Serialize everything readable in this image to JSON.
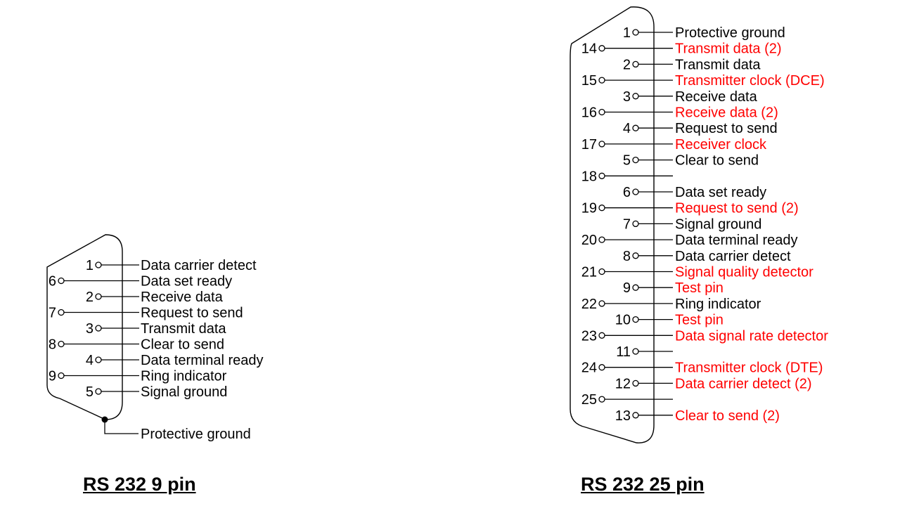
{
  "colors": {
    "standard": "#000000",
    "secondary": "#ff0000"
  },
  "db9": {
    "title": "RS 232 9 pin",
    "pins": [
      {
        "pin": "1",
        "label": "Data carrier detect"
      },
      {
        "pin": "6",
        "label": "Data set ready"
      },
      {
        "pin": "2",
        "label": "Receive data"
      },
      {
        "pin": "7",
        "label": "Request to send"
      },
      {
        "pin": "3",
        "label": "Transmit data"
      },
      {
        "pin": "8",
        "label": "Clear to send"
      },
      {
        "pin": "4",
        "label": "Data terminal ready"
      },
      {
        "pin": "9",
        "label": "Ring indicator"
      },
      {
        "pin": "5",
        "label": "Signal ground"
      }
    ],
    "shell_label": "Protective ground"
  },
  "db25": {
    "title": "RS 232 25 pin",
    "pins": [
      {
        "pin": "1",
        "label": "Protective ground",
        "secondary": false
      },
      {
        "pin": "14",
        "label": "Transmit data (2)",
        "secondary": true
      },
      {
        "pin": "2",
        "label": "Transmit data",
        "secondary": false
      },
      {
        "pin": "15",
        "label": "Transmitter clock (DCE)",
        "secondary": true
      },
      {
        "pin": "3",
        "label": "Receive data",
        "secondary": false
      },
      {
        "pin": "16",
        "label": "Receive data (2)",
        "secondary": true
      },
      {
        "pin": "4",
        "label": "Request to send",
        "secondary": false
      },
      {
        "pin": "17",
        "label": "Receiver clock",
        "secondary": true
      },
      {
        "pin": "5",
        "label": "Clear to send",
        "secondary": false
      },
      {
        "pin": "18",
        "label": "",
        "secondary": false
      },
      {
        "pin": "6",
        "label": "Data set ready",
        "secondary": false
      },
      {
        "pin": "19",
        "label": "Request to send (2)",
        "secondary": true
      },
      {
        "pin": "7",
        "label": "Signal ground",
        "secondary": false
      },
      {
        "pin": "20",
        "label": "Data terminal ready",
        "secondary": false
      },
      {
        "pin": "8",
        "label": "Data carrier detect",
        "secondary": false
      },
      {
        "pin": "21",
        "label": "Signal quality detector",
        "secondary": true
      },
      {
        "pin": "9",
        "label": "Test pin",
        "secondary": true
      },
      {
        "pin": "22",
        "label": "Ring indicator",
        "secondary": false
      },
      {
        "pin": "10",
        "label": "Test pin",
        "secondary": true
      },
      {
        "pin": "23",
        "label": "Data signal rate detector",
        "secondary": true
      },
      {
        "pin": "11",
        "label": "",
        "secondary": false
      },
      {
        "pin": "24",
        "label": "Transmitter clock (DTE)",
        "secondary": true
      },
      {
        "pin": "12",
        "label": "Data carrier detect (2)",
        "secondary": true
      },
      {
        "pin": "25",
        "label": "",
        "secondary": false
      },
      {
        "pin": "13",
        "label": "Clear to send (2)",
        "secondary": true
      }
    ]
  }
}
